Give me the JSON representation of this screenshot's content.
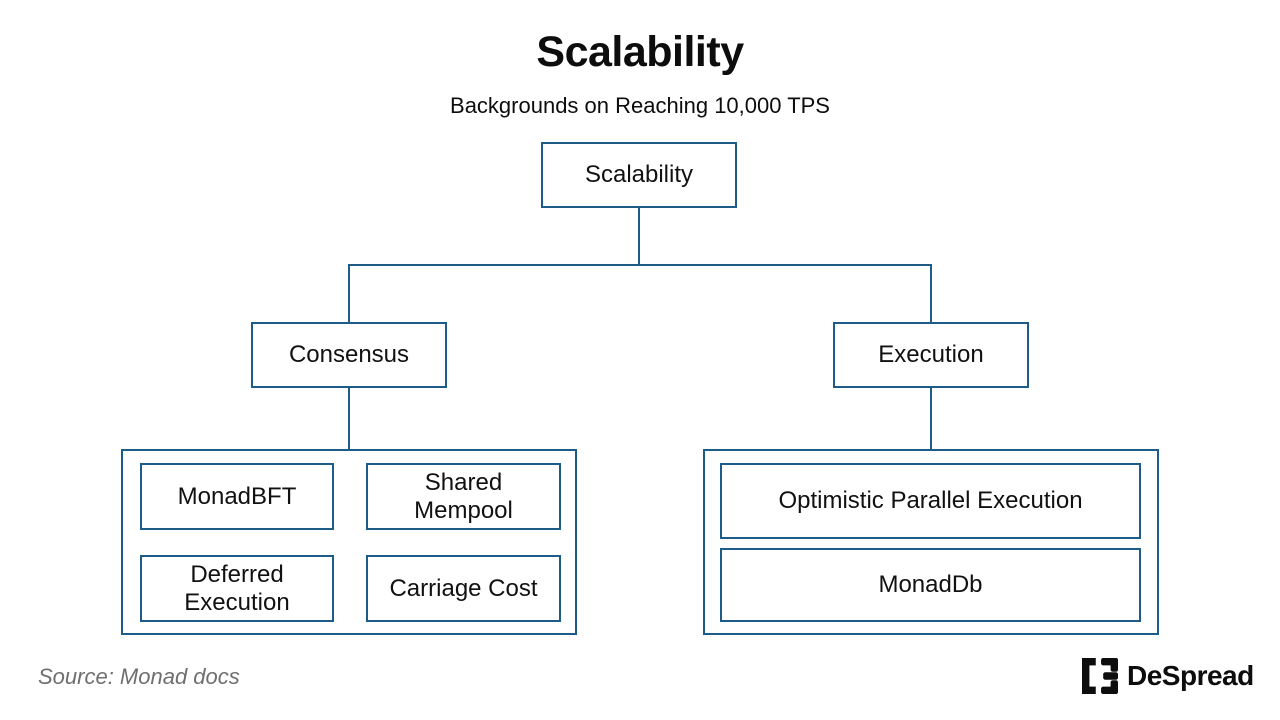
{
  "header": {
    "title": "Scalability",
    "subtitle": "Backgrounds on Reaching 10,000 TPS"
  },
  "colors": {
    "line_blue": "#1d5c88",
    "text_black": "#0d0d0d",
    "source_gray": "#6f6f6f"
  },
  "tree": {
    "root": {
      "label": "Scalability"
    },
    "branches": [
      {
        "label": "Consensus",
        "children": [
          {
            "label": "MonadBFT"
          },
          {
            "label": "Shared\nMempool"
          },
          {
            "label": "Deferred\nExecution"
          },
          {
            "label": "Carriage Cost"
          }
        ]
      },
      {
        "label": "Execution",
        "children": [
          {
            "label": "Optimistic Parallel Execution"
          },
          {
            "label": "MonadDb"
          }
        ]
      }
    ]
  },
  "footer": {
    "source": "Source: Monad docs",
    "brand": "DeSpread"
  }
}
